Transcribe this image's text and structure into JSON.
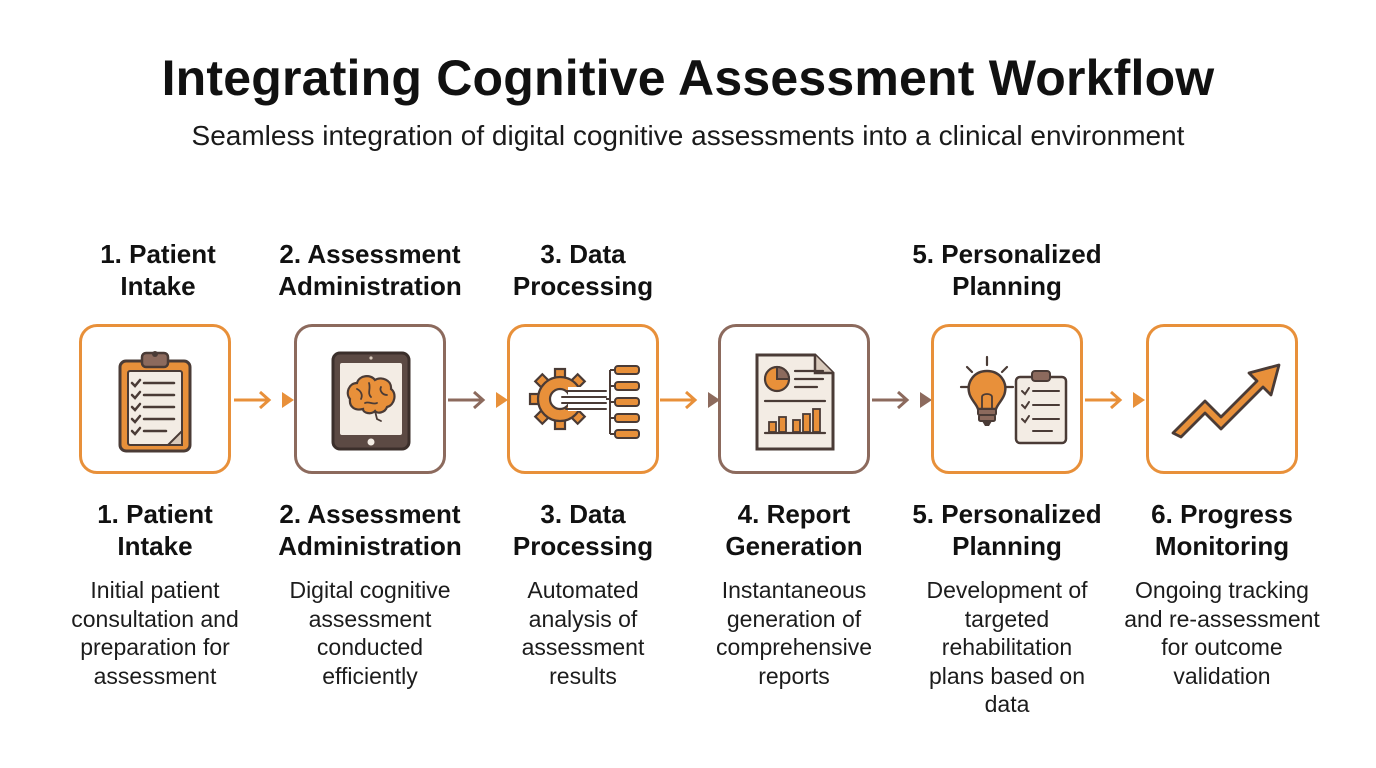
{
  "title": "Integrating Cognitive Assessment Workflow",
  "subtitle": "Seamless integration of digital cognitive assessments into a clinical environment",
  "top_labels": {
    "s1": [
      "1. Patient",
      "Intake"
    ],
    "s2": [
      "2. Assessment",
      "Administration"
    ],
    "s3": [
      "3. Data",
      "Processing"
    ],
    "s5": [
      "5. Personalized",
      "Planning"
    ]
  },
  "steps": [
    {
      "title": [
        "1. Patient",
        "Intake"
      ],
      "icon": "clipboard-checklist-icon",
      "desc": [
        "Initial patient",
        "consultation and",
        "preparation for",
        "assessment"
      ]
    },
    {
      "title": [
        "2. Assessment",
        "Administration"
      ],
      "icon": "tablet-brain-icon",
      "desc": [
        "Digital cognitive",
        "assessment",
        "conducted",
        "efficiently"
      ]
    },
    {
      "title": [
        "3. Data",
        "Processing"
      ],
      "icon": "gear-data-icon",
      "desc": [
        "Automated",
        "analysis of",
        "assessment",
        "results"
      ]
    },
    {
      "title": [
        "4. Report",
        "Generation"
      ],
      "icon": "report-document-icon",
      "desc": [
        "Instantaneous",
        "generation of",
        "comprehensive",
        "reports"
      ]
    },
    {
      "title": [
        "5. Personalized",
        "Planning"
      ],
      "icon": "lightbulb-plan-icon",
      "desc": [
        "Development of",
        "targeted",
        "rehabilitation",
        "plans based on",
        "data"
      ]
    },
    {
      "title": [
        "6. Progress",
        "Monitoring"
      ],
      "icon": "trend-arrow-icon",
      "desc": [
        "Ongoing tracking",
        "and re-assessment",
        "for outcome",
        "validation"
      ]
    }
  ],
  "colors": {
    "orange": "#e8903a",
    "brown": "#8c6a5d",
    "dark": "#4a3b36",
    "paper": "#f3ece4"
  }
}
